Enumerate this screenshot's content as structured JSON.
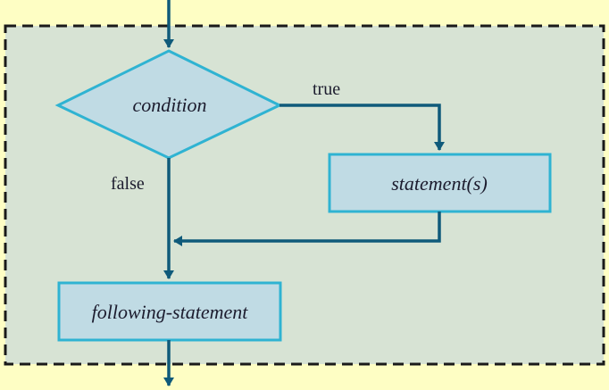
{
  "diagram": {
    "nodes": {
      "condition": {
        "label": "condition",
        "shape": "diamond"
      },
      "statements": {
        "label": "statement(s)",
        "shape": "rectangle"
      },
      "following": {
        "label": "following-statement",
        "shape": "rectangle"
      }
    },
    "edges": {
      "true_label": "true",
      "false_label": "false"
    },
    "colors": {
      "background": "#fefec4",
      "panel_fill": "#d7e3d4",
      "panel_border": "#1a1a1a",
      "node_fill": "#c0dbe4",
      "node_stroke": "#2fb3d2",
      "arrow": "#0f5a7a"
    }
  }
}
